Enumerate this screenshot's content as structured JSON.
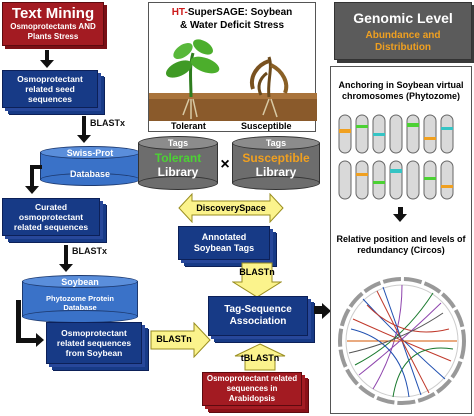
{
  "text_mining": {
    "title": "Text Mining",
    "subtitle": "Osmoprotectants AND Plants Stress"
  },
  "seed_box": "Osmoprotectant related seed sequences",
  "blastx1": "BLASTx",
  "swissprot": {
    "top": "Swiss-Prot",
    "bottom": "Database"
  },
  "curated_box": "Curated osmoprotectant related sequences",
  "blastx2": "BLASTx",
  "soybean_db": {
    "top": "Soybean",
    "bottom": "Phytozome Protein Database"
  },
  "soy_seq_box": "Osmoprotectant related sequences from Soybean",
  "blastn_left": "BLASTn",
  "ht_supersage": {
    "line1_prefix": "HT-",
    "line1_main": "SuperSAGE: Soybean",
    "line2": "& Water Deficit Stress",
    "tolerant": "Tolerant",
    "susceptible": "Susceptible"
  },
  "tags": {
    "tolerant": {
      "tag": "Tags",
      "name": "Tolerant",
      "lib": "Library"
    },
    "susceptible": {
      "tag": "Tags",
      "name": "Susceptible",
      "lib": "Library"
    },
    "cross": "×"
  },
  "discovery": "DiscoverySpace",
  "annotated_box": "Annotated Soybean Tags",
  "blastn_mid": "BLASTn",
  "association_box": "Tag-Sequence Association",
  "tblastn": "tBLASTn",
  "arabidopsis_box": "Osmoprotectant related sequences in Arabidopsis",
  "genomic": {
    "title": "Genomic Level",
    "subtitle": "Abundance and Distribution"
  },
  "anchoring": "Anchoring in Soybean virtual chromosomes (Phytozome)",
  "relative": "Relative position and levels of redundancy (Circos)",
  "colors": {
    "navy": "#173a86",
    "red": "#a31b22",
    "yellow": "#fbf38c",
    "green_text": "#4cd134",
    "orange_text": "#f0a020",
    "gray_header": "#6d6d6d"
  }
}
